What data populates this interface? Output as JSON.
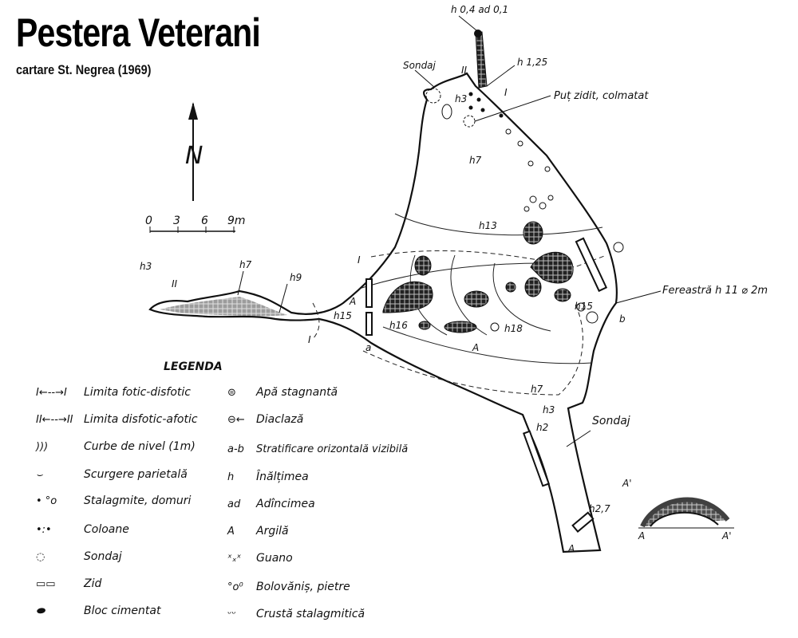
{
  "header": {
    "title": "Pestera Veterani",
    "subtitle": "cartare St. Negrea (1969)"
  },
  "north": {
    "label": "N"
  },
  "scale": {
    "ticks": [
      "0",
      "3",
      "6",
      "9m"
    ]
  },
  "map_labels": {
    "top_depth": "h 0,4 ad 0,1",
    "h125": "h 1,25",
    "sondaj_top": "Sondaj",
    "put": "Puț zidit, colmatat",
    "h3_top": "h3",
    "h7_main": "h7",
    "h13": "h13",
    "h3_west": "h3",
    "h7_west": "h7",
    "h9": "h9",
    "h15_west": "h15",
    "h16": "h16",
    "h18": "h18",
    "h15_east": "h15",
    "h7_south": "h7",
    "h3_south": "h3",
    "h2": "h2",
    "h27": "h2,7",
    "sondaj_south": "Sondaj",
    "fereastra": "Fereastră h 11 ⌀ 2m",
    "A": "A",
    "A_prime": "A'",
    "a": "a",
    "b": "b",
    "I": "I",
    "II": "II"
  },
  "legend": {
    "title": "LEGENDA",
    "left": [
      {
        "symbol": "I←--→I",
        "label": "Limita fotic-disfotic"
      },
      {
        "symbol": "II←--→II",
        "label": "Limita disfotic-afotic"
      },
      {
        "symbol": ")))",
        "label": "Curbe de nivel (1m)"
      },
      {
        "symbol": "⌣",
        "label": "Scurgere parietală"
      },
      {
        "symbol": "• °o",
        "label": "Stalagmite, domuri"
      },
      {
        "symbol": "•:•",
        "label": "Coloane"
      },
      {
        "symbol": "◌",
        "label": "Sondaj"
      },
      {
        "symbol": "▭▭",
        "label": "Zid"
      },
      {
        "symbol": "⬬",
        "label": "Bloc cimentat"
      }
    ],
    "right": [
      {
        "symbol": "⊜",
        "label": "Apă stagnantă"
      },
      {
        "symbol": "⊖←",
        "label": "Diaclază"
      },
      {
        "symbol": "a-b",
        "label": "Stratificare orizontală vizibilă"
      },
      {
        "symbol": "h",
        "label": "Înălțimea"
      },
      {
        "symbol": "ad",
        "label": "Adîncimea"
      },
      {
        "symbol": "A",
        "label": "Argilă"
      },
      {
        "symbol": "ˣₓˣ",
        "label": "Guano"
      },
      {
        "symbol": "°o⁰",
        "label": "Bolovăniș, pietre"
      },
      {
        "symbol": "ᵕᵕ",
        "label": "Crustă stalagmitică"
      }
    ]
  }
}
